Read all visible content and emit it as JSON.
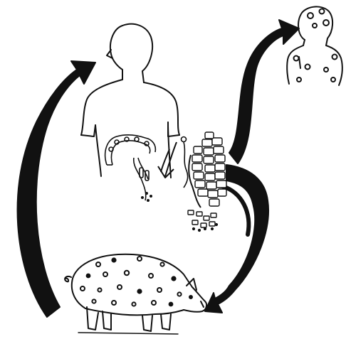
{
  "diagram": {
    "nodes": [
      {
        "id": "human-host",
        "icon": "human-torso-icon"
      },
      {
        "id": "human-head-cysts",
        "icon": "human-head-cysticerci-icon"
      },
      {
        "id": "adult-tapeworm",
        "icon": "tapeworm-strobila-icon"
      },
      {
        "id": "eggs",
        "icon": "eggs-icon"
      },
      {
        "id": "pig-host",
        "icon": "pig-cysticerci-icon"
      }
    ],
    "arrows": [
      {
        "from": "pig-host",
        "to": "human-host"
      },
      {
        "from": "adult-tapeworm",
        "to": "human-head-cysts"
      },
      {
        "from": "adult-tapeworm",
        "to": "pig-host"
      }
    ],
    "colors": {
      "ink": "#111111",
      "background": "#ffffff"
    }
  }
}
